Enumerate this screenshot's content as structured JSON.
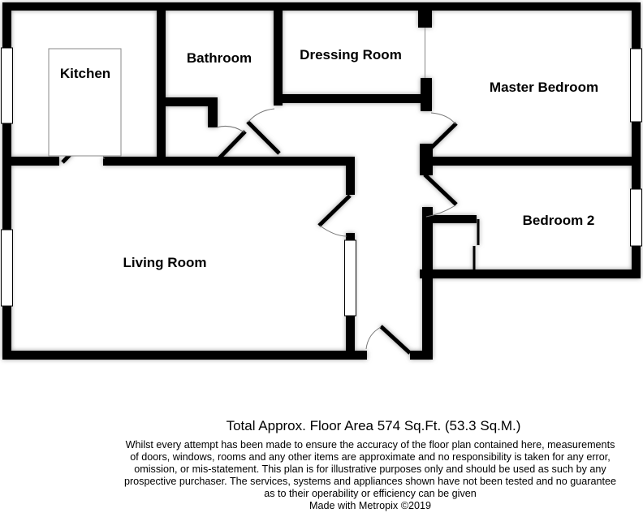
{
  "plan": {
    "rooms": {
      "kitchen": "Kitchen",
      "bathroom": "Bathroom",
      "dressing_room": "Dressing Room",
      "master_bedroom": "Master Bedroom",
      "bedroom2": "Bedroom 2",
      "living_room": "Living Room"
    },
    "features": [
      "5 exterior-style windows",
      "7 hinged doors with swing arcs",
      "interior opening between dressing room and master bedroom",
      "built-in cupboard in bedroom 2",
      "kitchen unit outline"
    ]
  },
  "footer": {
    "total_area": "Total Approx. Floor Area 574 Sq.Ft. (53.3 Sq.M.)",
    "disclaimer_lines": [
      "Whilst every attempt has been made to ensure the accuracy of the floor plan contained here, measurements",
      "of doors, windows, rooms and any other items are approximate and no responsibility is taken for any error,",
      "omission, or mis-statement. This plan is for illustrative purposes only and should be used as such by any",
      "prospective purchaser. The services, systems and appliances shown have not been tested and no guarantee",
      "as to their operability or efficiency can be given"
    ],
    "credit": "Made with Metropix ©2019"
  },
  "colors": {
    "wall": "#000000",
    "wall_shadow": "#8a8a8a",
    "door_arc": "#777777",
    "opening_line": "#999999",
    "background": "#ffffff"
  }
}
